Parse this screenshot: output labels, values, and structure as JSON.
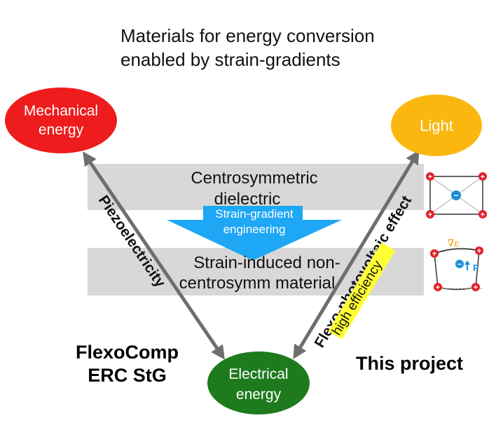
{
  "title": {
    "line1": "Materials for energy conversion",
    "line2": "enabled by strain-gradients"
  },
  "nodes": {
    "mechanical": {
      "line1": "Mechanical",
      "line2": "energy",
      "color": "#ee1c1c"
    },
    "light": {
      "label": "Light",
      "color": "#fbb710"
    },
    "electrical": {
      "line1": "Electrical",
      "line2": "energy",
      "color": "#1d7a1d"
    }
  },
  "bands": {
    "top": {
      "line1": "Centrosymmetric",
      "line2": "dielectric"
    },
    "bottom": {
      "line1": "Strain-induced non-",
      "line2": "centrosymm material"
    },
    "color": "#d8d8d8"
  },
  "arrow_engineering": {
    "line1": "Strain-gradient",
    "line2": "engineering",
    "color": "#1ea7f5"
  },
  "edges": {
    "left": "Piezoelectricity",
    "right": "Flexo-photovoltaic effect",
    "highlight": "high efficiency",
    "highlight_color": "#ffff33"
  },
  "labels": {
    "left_project_line1": "FlexoComp",
    "left_project_line2": "ERC StG",
    "right_project": "This project"
  },
  "insets": {
    "gradient_symbol": "∇ε",
    "polarization_label": "P",
    "negative_sign": "−",
    "positive_sign": "+"
  }
}
